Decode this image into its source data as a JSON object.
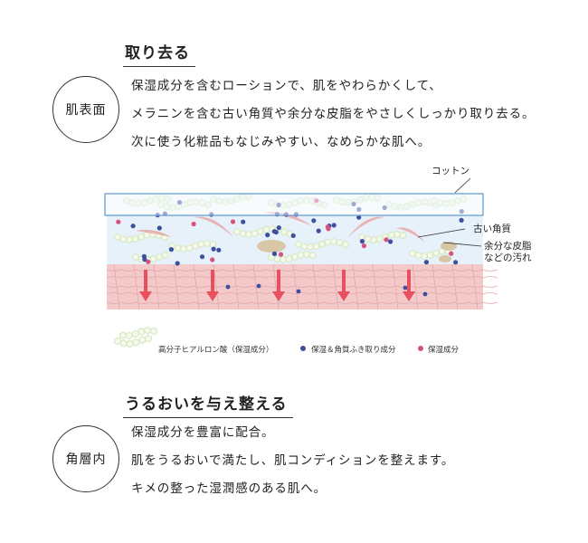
{
  "section1": {
    "title": "取り去る",
    "badge": "肌表面",
    "lines": [
      "保湿成分を含むローションで、肌をやわらかくして、",
      "メラニンを含む古い角質や余分な皮脂をやさしくしっかり取り去る。",
      "次に使う化粧品もなじみやすい、なめらかな肌へ。"
    ]
  },
  "diagram": {
    "callouts": {
      "cotton": "コットン",
      "old_keratin": "古い角質",
      "excess_sebum_line1": "余分な皮脂",
      "excess_sebum_line2": "などの汚れ"
    },
    "legend": {
      "hyaluronic": "高分子ヒアルロン酸（保湿成分）",
      "moisture_keratin": "保湿＆角質ふき取り成分",
      "moisture": "保湿成分"
    },
    "colors": {
      "navy_dot": "#3f4fa0",
      "pink_dot": "#d8507e",
      "arrow": "#e8505e",
      "skin": "#f3c9c9",
      "water": "#e6f1fa",
      "cotton_border": "#6a9fd0",
      "keratin_flake": "#e9a4a4",
      "sebum": "#d8c7a6",
      "chain": "#d6e8c2"
    }
  },
  "section2": {
    "title": "うるおいを与え整える",
    "badge": "角層内",
    "lines": [
      "保湿成分を豊富に配合。",
      "肌をうるおいで満たし、肌コンディションを整えます。",
      "キメの整った湿潤感のある肌へ。"
    ]
  }
}
